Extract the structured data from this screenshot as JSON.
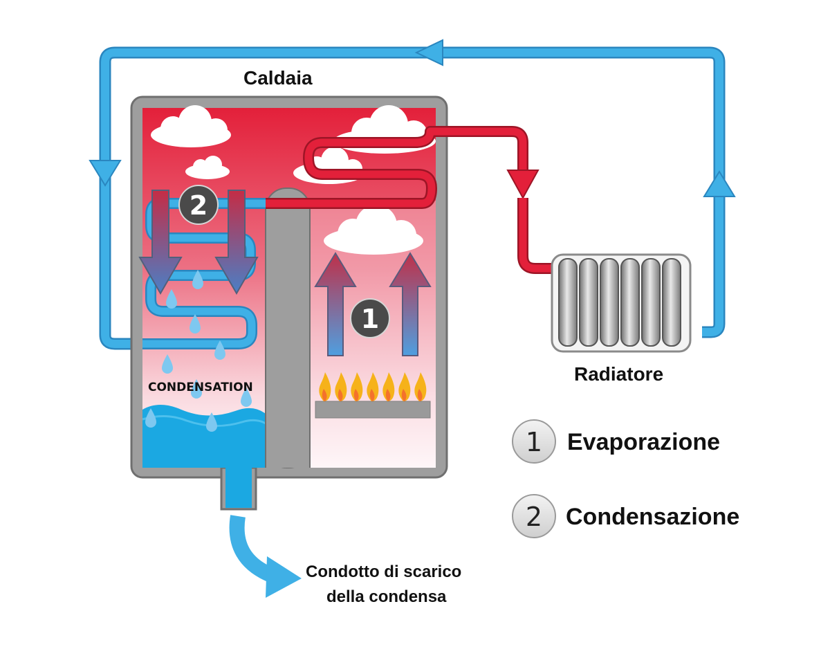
{
  "labels": {
    "boiler": "Caldaia",
    "radiator": "Radiatore",
    "condensation_tag": "CONDENSATION",
    "drain_line1": "Condotto di scarico",
    "drain_line2": "della condensa"
  },
  "badges": {
    "one": "1",
    "two": "2"
  },
  "legend": [
    {
      "number": "1",
      "label": "Evaporazione"
    },
    {
      "number": "2",
      "label": "Condensazione"
    }
  ],
  "colors": {
    "cold_pipe": "#3aa8e0",
    "hot_pipe": "#e01f37",
    "casing": "#9e9e9e",
    "water": "#1ba8e2",
    "flame": "#f6b21a",
    "burner": "#9a9a9a"
  }
}
